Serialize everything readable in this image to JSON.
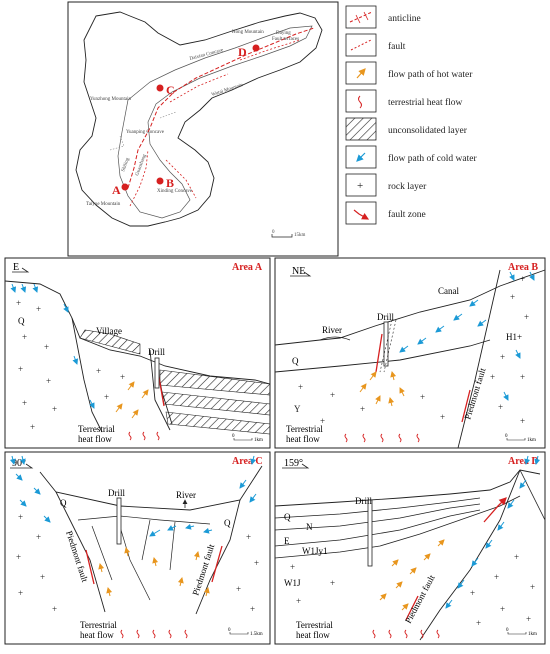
{
  "map": {
    "places": {
      "hong_mountain": "Hong Mountain",
      "daying": "Daying",
      "fault_terraces": "Fault terraces",
      "daixian_concave": "Daixian Concave",
      "wutai_mountain": "Wutai Mountain",
      "yunzhong_mountain": "Yunzhong Mountain",
      "yuanping_concave": "Yuanping Concave",
      "xinding_concave": "Xinding Concave",
      "taiyue_mountain": "Taiyue Mountain",
      "ridge_1": "Shiling",
      "ridge_2": "Guanshang"
    },
    "points": [
      "A",
      "B",
      "C",
      "D"
    ],
    "scale": "15km"
  },
  "legend": [
    {
      "icon": "anticline-symbol",
      "label": "anticline"
    },
    {
      "icon": "fault-symbol",
      "label": "fault"
    },
    {
      "icon": "hot-water-arrow",
      "label": "flow path of hot water"
    },
    {
      "icon": "heat-flow-squiggle",
      "label": "terrestrial heat flow"
    },
    {
      "icon": "hatch-box",
      "label": "unconsolidated layer"
    },
    {
      "icon": "cold-water-arrow",
      "label": "flow path of cold water"
    },
    {
      "icon": "plus-sign",
      "label": "rock layer"
    },
    {
      "icon": "fault-zone-symbol",
      "label": "fault zone"
    }
  ],
  "panels": {
    "a": {
      "title": "Area A",
      "direction": "E",
      "village": "Village",
      "drill": "Drill",
      "q": "Q",
      "heat1": "Terrestrial",
      "heat2": "heat flow",
      "scale": "1km"
    },
    "b": {
      "title": "Area B",
      "direction": "NE",
      "canal": "Canal",
      "river": "River",
      "drill": "Drill",
      "q": "Q",
      "y": "Y",
      "h1": "H1+",
      "fault": "Piedmont fault",
      "heat1": "Terrestrial",
      "heat2": "heat flow",
      "scale": "1km"
    },
    "c": {
      "title": "Area C",
      "direction": "90°",
      "drill": "Drill",
      "river": "River",
      "q1": "Q",
      "q2": "Q",
      "fault1": "Piedmont fault",
      "fault2": "Piedmont fault",
      "heat1": "Terrestrial",
      "heat2": "heat flow",
      "scale": "1.5km"
    },
    "d": {
      "title": "Area D",
      "direction": "159°",
      "drill": "Drill",
      "q": "Q",
      "n": "N",
      "e": "E",
      "w1jy1": "W1Jy1",
      "w1j": "W1J",
      "fault": "Piedmont fault",
      "heat1": "Terrestrial",
      "heat2": "heat flow",
      "scale": "1km"
    }
  },
  "colors": {
    "hot": "#e8961e",
    "cold": "#1b9ad6",
    "fault": "#d62020",
    "dot": "#d62020"
  }
}
